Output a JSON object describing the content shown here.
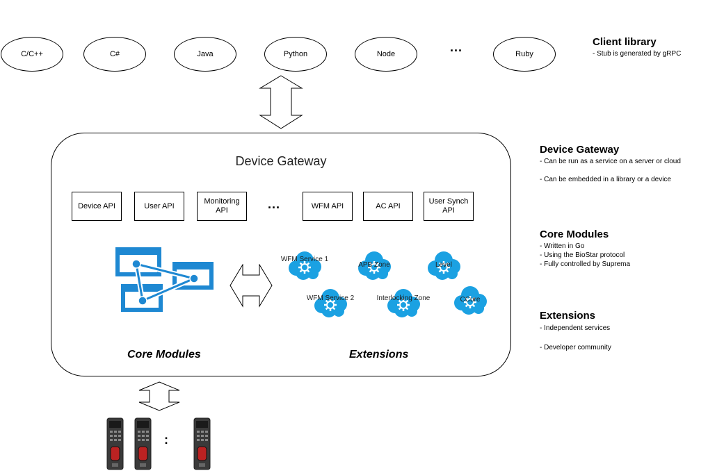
{
  "clients": [
    "C/C++",
    "C#",
    "Java",
    "Python",
    "Node",
    "Ruby"
  ],
  "clients_ellipsis": "...",
  "gateway": {
    "title": "Device Gateway",
    "apis": [
      "Device API",
      "User API",
      "Monitoring API",
      "...",
      "WFM API",
      "AC API",
      "User Synch API"
    ],
    "core_label": "Core Modules",
    "ext_label": "Extensions",
    "extensions": [
      "WFM Service 1",
      "APB Zone",
      "Level",
      "WFM Service 2",
      "Interlocking Zone",
      "CCure"
    ]
  },
  "devices_ellipsis": ":",
  "side": {
    "client": {
      "title": "Client library",
      "lines": [
        "- Stub is generated by gRPC"
      ]
    },
    "gateway": {
      "title": "Device Gateway",
      "lines": [
        "- Can be run as a service on a server or cloud",
        "- Can be embedded in a library or a device"
      ]
    },
    "core": {
      "title": "Core Modules",
      "lines": [
        "- Written in Go",
        "- Using the BioStar protocol",
        "- Fully controlled by Suprema"
      ]
    },
    "ext": {
      "title": "Extensions",
      "lines": [
        "- Independent services",
        "",
        "- Developer community"
      ]
    }
  },
  "colors": {
    "azure": "#1e88d2",
    "cloud": "#1ba1e2",
    "dark": "#333333"
  }
}
